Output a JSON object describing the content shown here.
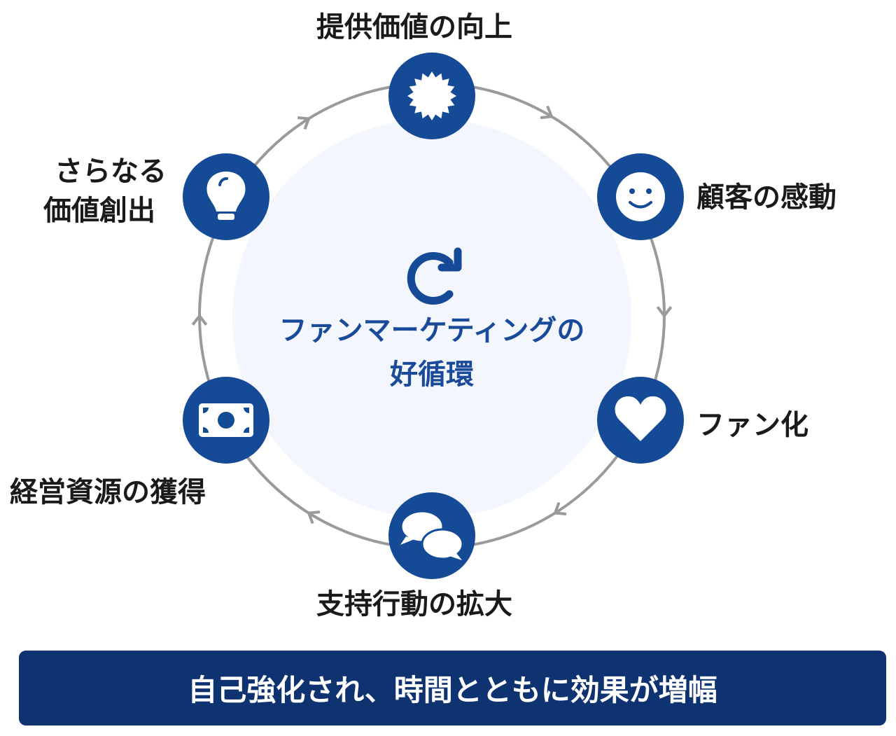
{
  "title": "ファンマーケティングの好循環",
  "center": {
    "line1": "ファンマーケティングの",
    "line2": "好循環",
    "icon": "refresh-icon"
  },
  "nodes": [
    {
      "label": "提供価値の向上",
      "icon": "badge-icon"
    },
    {
      "label": "顧客の感動",
      "icon": "smiley-icon"
    },
    {
      "label": "ファン化",
      "icon": "heart-icon"
    },
    {
      "label": "支持行動の拡大",
      "icon": "chat-bubbles-icon"
    },
    {
      "label": "経営資源の獲得",
      "icon": "money-bill-icon"
    },
    {
      "label_line1": "さらなる",
      "label_line2": "価値創出",
      "icon": "lightbulb-icon"
    }
  ],
  "banner": "自己強化され、時間とともに効果が増幅",
  "colors": {
    "node": "#154a97",
    "ring": "#9a9a9a",
    "inner": "#f3f6fd",
    "banner": "#0f3271",
    "center_text": "#1a4a9a"
  }
}
